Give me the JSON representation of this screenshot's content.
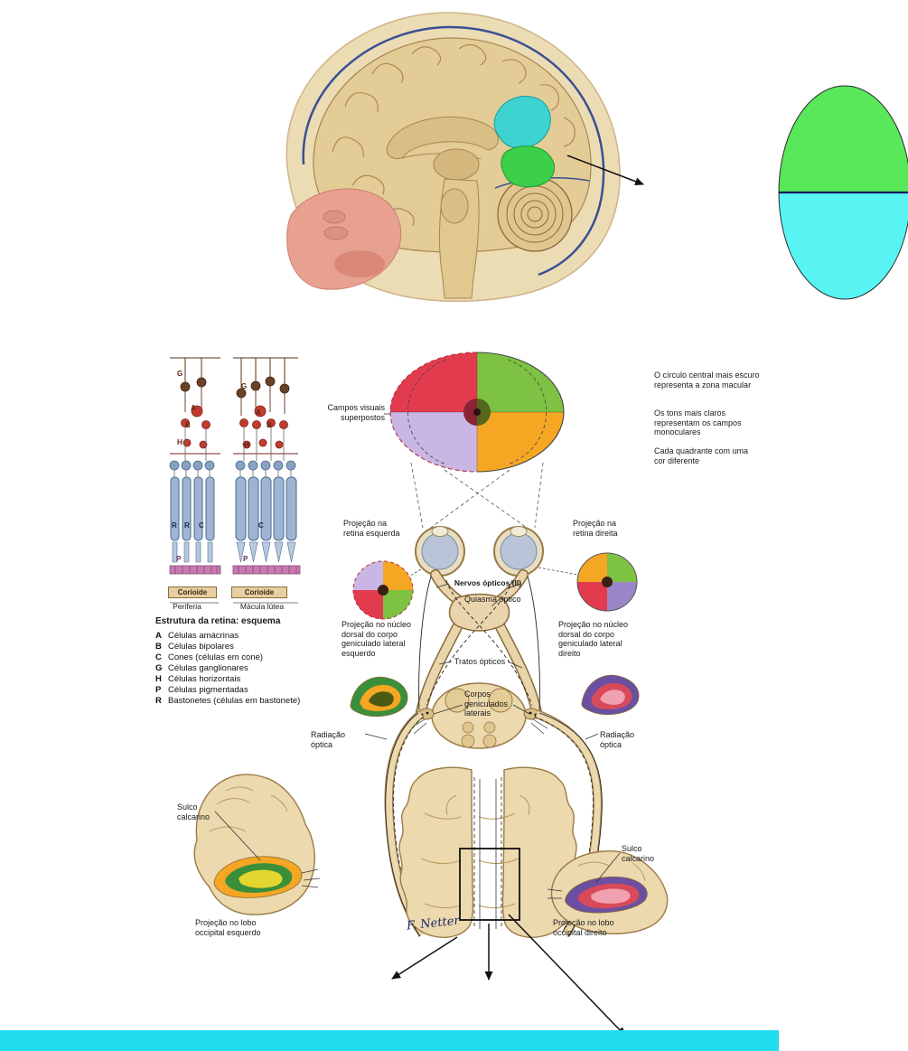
{
  "colors": {
    "bottom_bar": "#1fdcee",
    "hemisphere_top": "#58e85a",
    "hemisphere_bottom": "#58f4f4",
    "highlight_cyan": "#3ed2d0",
    "highlight_green": "#3bcf4a",
    "field_upper_left": "#e23b4e",
    "field_upper_right": "#7dc242",
    "field_lower_left": "#c9b6e4",
    "field_lower_right": "#f5a623",
    "macula_left": "#8a2433",
    "macula_right": "#55661d",
    "retina_left": {
      "tl": "#c9b6e4",
      "tr": "#f5a623",
      "bl": "#e23b4e",
      "br": "#7dc242"
    },
    "retina_right": {
      "tl": "#f5a623",
      "tr": "#7dc242",
      "bl": "#e23b4e",
      "br": "#9b85c9"
    },
    "lgn_left": [
      "#3a8f3a",
      "#f5a623",
      "#4a5a14"
    ],
    "lgn_right": [
      "#6b4fa0",
      "#d84a5a",
      "#f0a0b0"
    ],
    "occipital_left": [
      "#f5a623",
      "#3a8f3a",
      "#e4d62f"
    ],
    "occipital_right": [
      "#6b4fa0",
      "#d84a5a",
      "#f0a0b0"
    ]
  },
  "pathway": {
    "labels": {
      "campos_visuais": "Campos visuais superpostos",
      "proj_retina_esq": "Projeção na retina esquerda",
      "proj_retina_dir": "Projeção na retina direita",
      "nervos_opticos": "Nervos ópticos (II)",
      "quiasma": "Quiasma óptico",
      "proj_nucleo_esq": "Projeção no núcleo dorsal do corpo geniculado lateral esquerdo",
      "proj_nucleo_dir": "Projeção no núcleo dorsal do corpo geniculado lateral direito",
      "tratos": "Tratos ópticos",
      "corpos_geniculados": "Corpos geniculados laterais",
      "radiacao_optica": "Radiação óptica",
      "sulco_calcarino": "Sulco calcarino",
      "proj_lobo_esq": "Projeção no lobo occipital esquerdo",
      "proj_lobo_dir": "Projeção no lobo occipital direito",
      "signature": "F. Netter"
    },
    "notes": [
      "O círculo central mais escuro representa a zona macular",
      "Os tons mais claros representam os campos monoculares",
      "Cada quadrante com uma cor diferente"
    ],
    "retina_schema": {
      "title": "Estrutura da retina: esquema",
      "col_left": "Periferia",
      "col_right": "Mácula lútea",
      "corioide": "Corioide",
      "cell_letters": {
        "a": "A",
        "b": "B",
        "c": "C",
        "g": "G",
        "h": "H",
        "p": "P",
        "r": "R"
      },
      "legend": [
        {
          "key": "A",
          "desc": "Células amácrinas"
        },
        {
          "key": "B",
          "desc": "Células bipolares"
        },
        {
          "key": "C",
          "desc": "Cones (células em cone)"
        },
        {
          "key": "G",
          "desc": "Células ganglionares"
        },
        {
          "key": "H",
          "desc": "Células horizontais"
        },
        {
          "key": "P",
          "desc": "Células pigmentadas"
        },
        {
          "key": "R",
          "desc": "Bastonetes (células em bastonete)"
        }
      ]
    }
  }
}
